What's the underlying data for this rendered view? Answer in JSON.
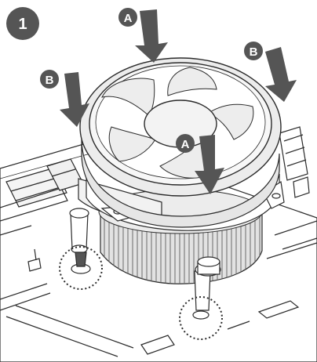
{
  "step_number": "1",
  "arrow_labels": {
    "a_top": "A",
    "a_center": "A",
    "b_right": "B",
    "b_left": "B"
  },
  "colors": {
    "arrow": "#555555",
    "badge": "#555555",
    "line": "#2b2b2b",
    "board": "#ffffff"
  }
}
